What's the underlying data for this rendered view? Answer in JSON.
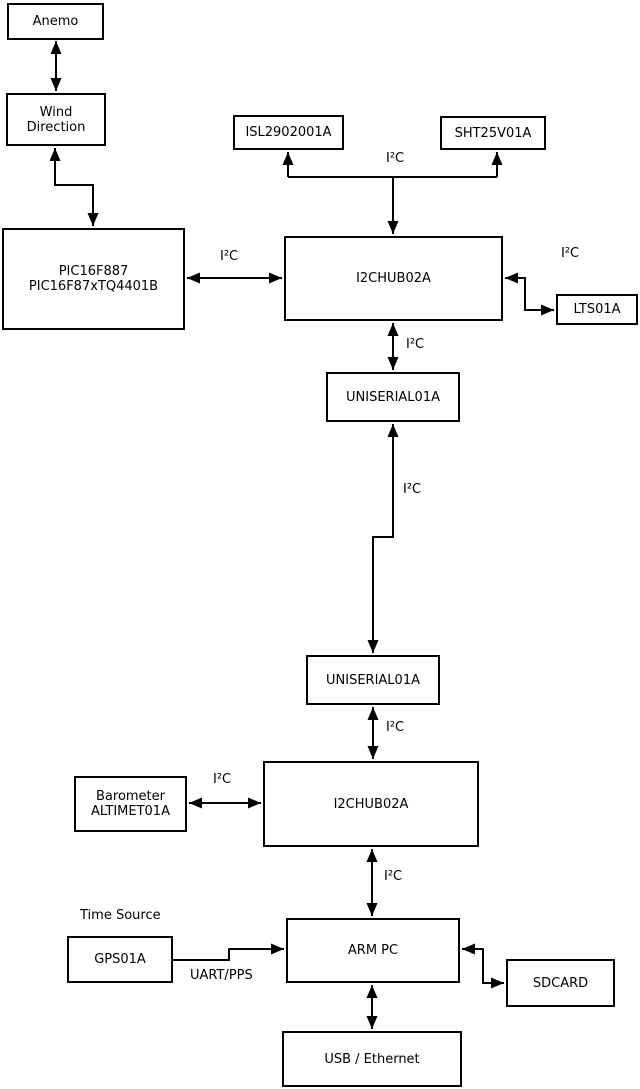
{
  "nodes": {
    "anemo": {
      "label": "Anemo"
    },
    "wind_direction": {
      "lines": [
        "Wind",
        "Direction"
      ]
    },
    "pic": {
      "lines": [
        "PIC16F887",
        "PIC16F87xTQ4401B"
      ]
    },
    "isl": {
      "label": "ISL2902001A"
    },
    "sht": {
      "label": "SHT25V01A"
    },
    "i2c_hub_top": {
      "label": "I2CHUB02A"
    },
    "lts": {
      "label": "LTS01A"
    },
    "uniserial_top": {
      "label": "UNISERIAL01A"
    },
    "uniserial_bottom": {
      "label": "UNISERIAL01A"
    },
    "barometer": {
      "lines": [
        "Barometer",
        "ALTIMET01A"
      ]
    },
    "i2c_hub_bottom": {
      "label": "I2CHUB02A"
    },
    "arm_pc": {
      "label": "ARM PC"
    },
    "gps": {
      "label": "GPS01A"
    },
    "sdcard": {
      "label": "SDCARD"
    },
    "usb_ethernet": {
      "label": "USB / Ethernet"
    }
  },
  "edge_labels": {
    "bus_top": "I²C",
    "pic_hub": "I²C",
    "hub_lts": "I²C",
    "hub_uniserial": "I²C",
    "uniserial_link": "I²C",
    "uniserial_hub2": "I²C",
    "barometer_hub2": "I²C",
    "hub2_armpc": "I²C",
    "time_source": "Time Source",
    "uart_pps": "UART/PPS"
  },
  "colors": {
    "line": "#000000",
    "box_border": "#000000",
    "background": "#ffffff",
    "text": "#000000"
  }
}
